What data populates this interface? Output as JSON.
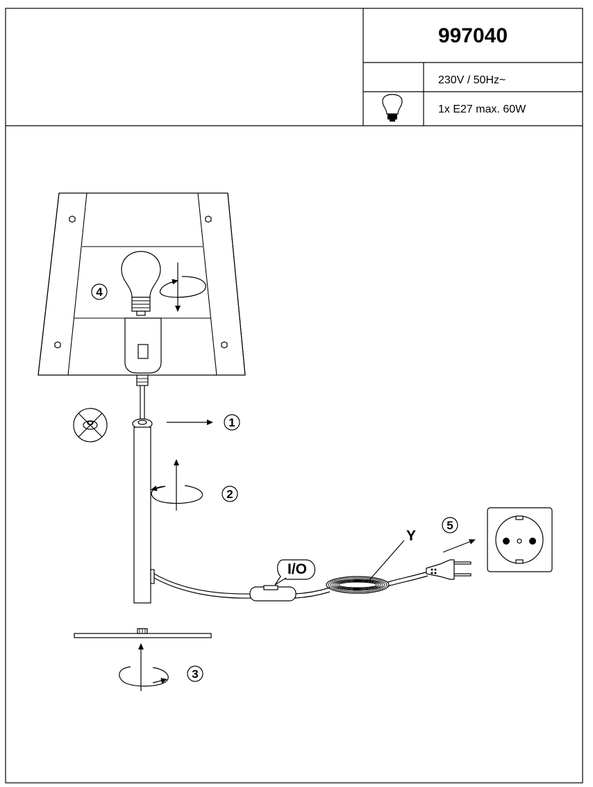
{
  "header": {
    "model_number": "997040",
    "voltage": "230V / 50Hz~",
    "bulb_spec": "1x E27 max. 60W",
    "bulb_icon": "light-bulb-icon"
  },
  "steps": {
    "step1": "1",
    "step2": "2",
    "step3": "3",
    "step4": "4",
    "step5": "5"
  },
  "labels": {
    "switch": "I/O",
    "cable": "Y"
  },
  "icons": {
    "outlet": "schuko-socket-icon",
    "plug": "plug-icon",
    "prohibited": "prohibited-circle-icon"
  }
}
